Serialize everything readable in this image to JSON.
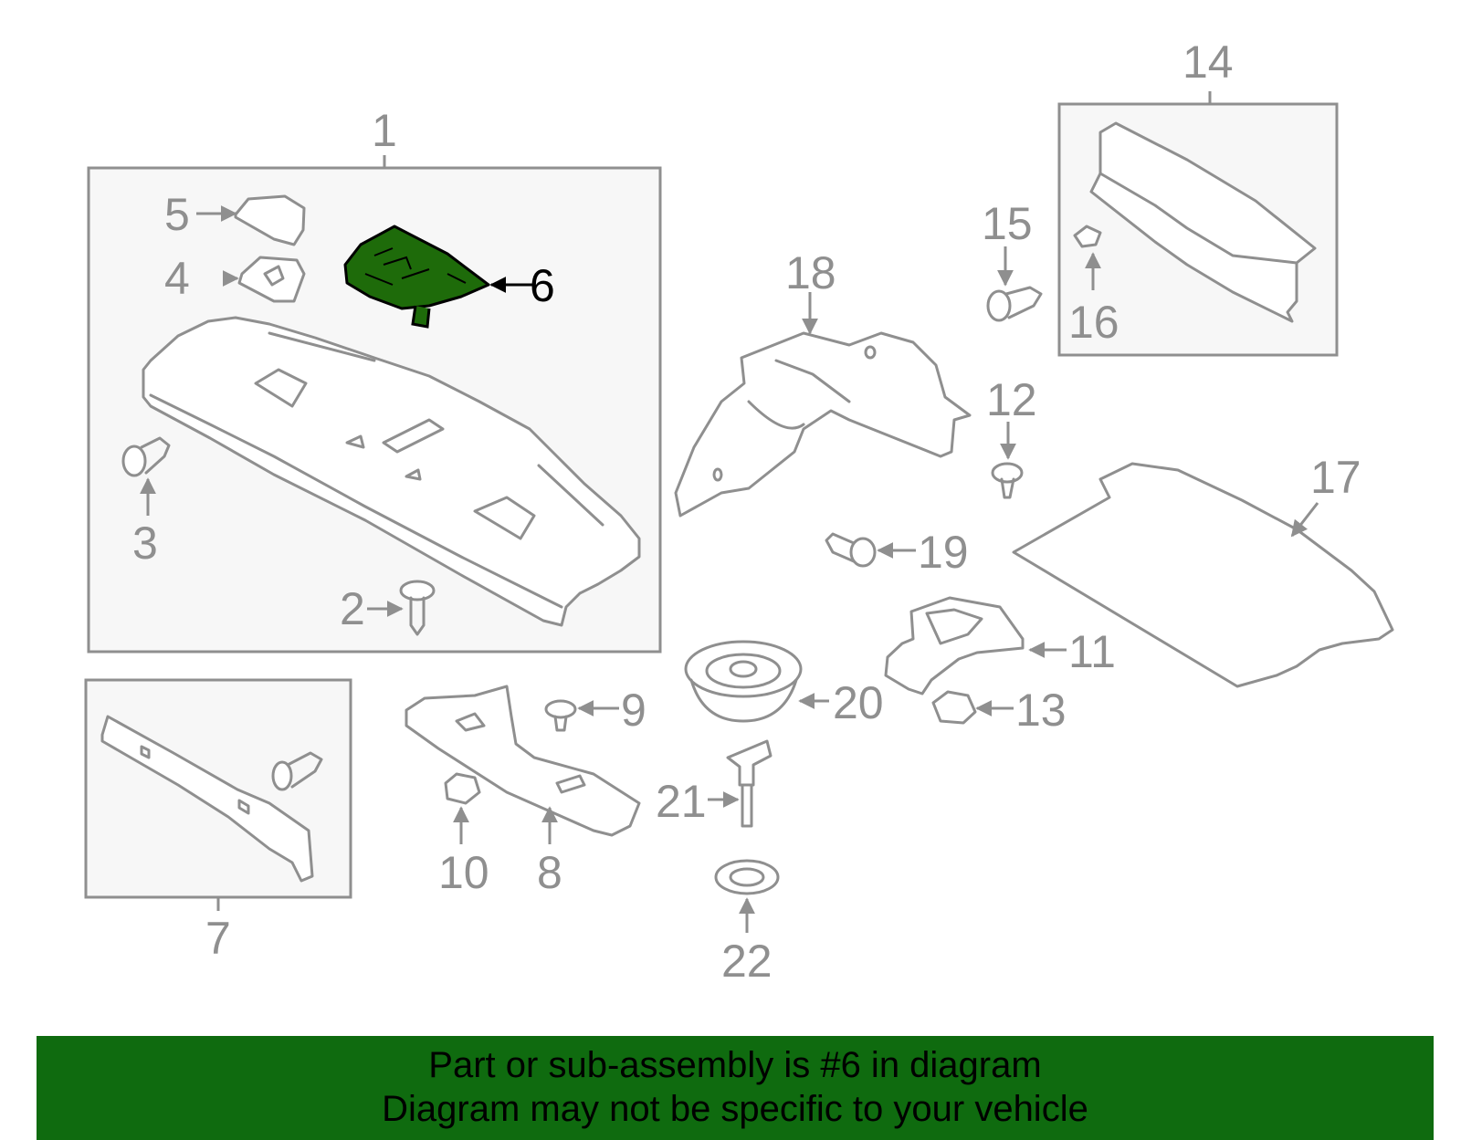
{
  "diagram": {
    "labels": {
      "p1": "1",
      "p2": "2",
      "p3": "3",
      "p4": "4",
      "p5": "5",
      "p6": "6",
      "p7": "7",
      "p8": "8",
      "p9": "9",
      "p10": "10",
      "p11": "11",
      "p12": "12",
      "p13": "13",
      "p14": "14",
      "p15": "15",
      "p16": "16",
      "p17": "17",
      "p18": "18",
      "p19": "19",
      "p20": "20",
      "p21": "21",
      "p22": "22"
    },
    "highlight_part": "6",
    "colors": {
      "line": "#8f8f8f",
      "highlight": "#1e6b0a",
      "banner": "#0f6b0f"
    }
  },
  "banner": {
    "line1": "Part or sub-assembly is #6 in diagram",
    "line2": "Diagram may not be specific to your vehicle"
  }
}
